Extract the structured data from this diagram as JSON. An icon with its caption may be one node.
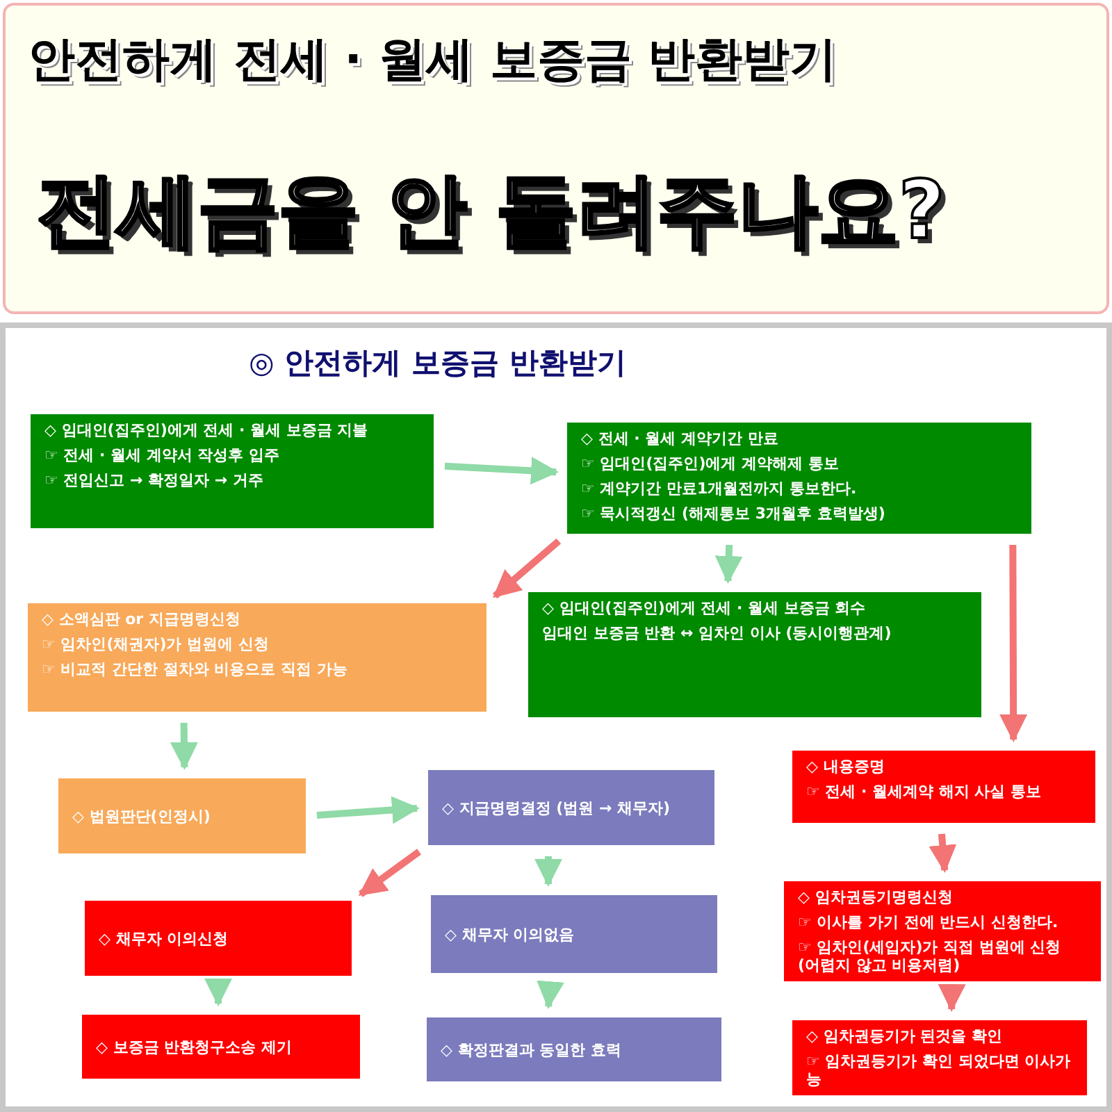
{
  "diagram": {
    "title": "안전하게 전세 · 월세 보증금 반환받기",
    "nodes": [
      {
        "text": [
          "◇ 임대인(집주인)에게 전세 · 월세 보증금 지불",
          "☞ 전세 · 월세 계약서 작성후 입주",
          "☞ 전입신고 → 확정일자 → 거주"
        ]
      },
      {
        "text": [
          "◇ 전세 · 월세 계약기간 만료",
          "☞ 임대인(집주인)에게 계약해제 통보",
          "☞ 계약기간 만료1개월전까지 통보한다.",
          "☞ 묵시적갱신 (해제통보 3개월후 효력발생)"
        ]
      },
      {
        "text": [
          "◇ 소액심판 or 지급명령신청",
          "☞ 임차인(채권자)가 법원에 신청",
          "☞ 비교적 간단한 절차와 비용으로 직접 가능"
        ]
      },
      {
        "text": [
          "◇ 임대인(집주인)에게 전세 · 월세 보증금 회수",
          "임대인 보증금 반환 ↔ 임차인 이사 (동시이행관계)"
        ]
      },
      {
        "text": [
          "◇ 내용증명",
          "☞ 전세 · 월세계약 해지 사실 통보"
        ]
      },
      {
        "text": [
          "◇ 법원판단(인정시)"
        ]
      },
      {
        "text": [
          "◇ 지급명령결정 (법원 → 채무자)"
        ]
      },
      {
        "text": [
          "◇ 채무자 이의신청"
        ]
      },
      {
        "text": [
          "◇ 채무자 이의없음"
        ]
      },
      {
        "text": [
          "◇ 임차권등기명령신청",
          "☞ 이사를 가기 전에 반드시 신청한다.",
          "☞ 임차인(세입자)가 직접 법원에 신청 (어렵지 않고 비용저렴)"
        ]
      },
      {
        "text": [
          "◇ 보증금 반환청구소송 제기"
        ]
      },
      {
        "text": [
          "◇ 확정판결과 동일한 효력"
        ]
      },
      {
        "text": [
          "◇ 임차권등기가 된것을 확인",
          "☞ 임차권등기가 확인 되었다면 이사가능"
        ]
      }
    ],
    "edges": [
      {
        "from": 0,
        "to": 1,
        "arrow": "to"
      },
      {
        "from": 1,
        "to": 2,
        "arrow": "to",
        "color": "#f27474"
      },
      {
        "from": 1,
        "to": 3,
        "arrow": "to"
      },
      {
        "from": 1,
        "to": 4,
        "arrow": "to",
        "color": "#f27474"
      },
      {
        "from": 2,
        "to": 5,
        "arrow": "to"
      },
      {
        "from": 5,
        "to": 6,
        "arrow": "to"
      },
      {
        "from": 6,
        "to": 7,
        "arrow": "to",
        "color": "#f27474"
      },
      {
        "from": 6,
        "to": 8,
        "arrow": "to"
      },
      {
        "from": 7,
        "to": 10,
        "arrow": "to"
      },
      {
        "from": 8,
        "to": 11,
        "arrow": "to"
      },
      {
        "from": 4,
        "to": 9,
        "arrow": "to",
        "color": "#f27474"
      },
      {
        "from": 9,
        "to": 12,
        "arrow": "to",
        "color": "#f27474"
      }
    ],
    "labels": [
      "전세금을 안 돌려주나요?",
      "◎ 안전하게 보증금 반환받기"
    ]
  }
}
